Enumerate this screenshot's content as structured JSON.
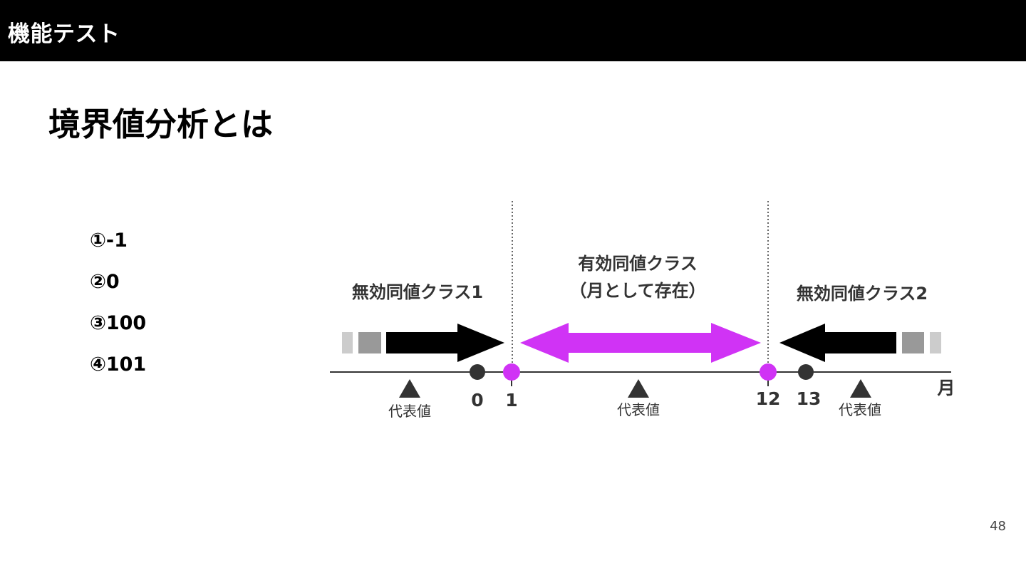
{
  "header": {
    "title": "機能テスト"
  },
  "slide": {
    "title": "境界値分析とは",
    "page_number": "48"
  },
  "options": [
    {
      "label": "①-1"
    },
    {
      "label": "②0"
    },
    {
      "label": "③100"
    },
    {
      "label": "④101"
    }
  ],
  "diagram": {
    "invalid_class_1": "無効同値クラス1",
    "valid_class_line1": "有効同値クラス",
    "valid_class_line2": "（月として存在）",
    "invalid_class_2": "無効同値クラス2",
    "axis_unit": "月",
    "ticks": [
      "0",
      "1",
      "12",
      "13"
    ],
    "representative_label": "代表値",
    "colors": {
      "valid": "#d033f5",
      "invalid_arrow": "#000000",
      "point_dark": "#333333",
      "block_dark": "#999999",
      "block_light": "#cccccc"
    }
  }
}
